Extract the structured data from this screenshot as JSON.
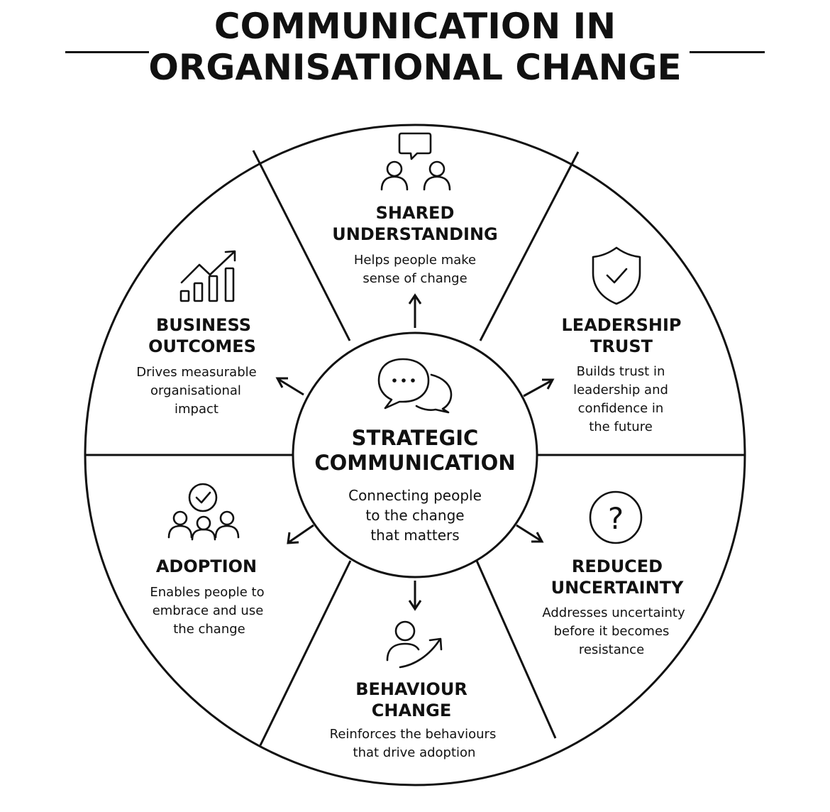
{
  "title": {
    "line1": "COMMUNICATION IN",
    "line2": "ORGANISATIONAL CHANGE"
  },
  "hub": {
    "title": [
      "STRATEGIC",
      "COMMUNICATION"
    ],
    "description": [
      "Connecting people",
      "to the change",
      "that matters"
    ],
    "icon": "speech-bubbles-icon"
  },
  "segments": [
    {
      "id": "shared-understanding",
      "icon": "people-conversation-icon",
      "title": [
        "SHARED",
        "UNDERSTANDING"
      ],
      "description": [
        "Helps people make",
        "sense of change"
      ]
    },
    {
      "id": "leadership-trust",
      "icon": "shield-check-icon",
      "title": [
        "LEADERSHIP",
        "TRUST"
      ],
      "description": [
        "Builds trust in",
        "leadership and",
        "confidence in",
        "the future"
      ]
    },
    {
      "id": "reduced-uncertainty",
      "icon": "question-mark-icon",
      "title": [
        "REDUCED",
        "UNCERTAINTY"
      ],
      "description": [
        "Addresses uncertainty",
        "before it becomes",
        "resistance"
      ]
    },
    {
      "id": "behaviour-change",
      "icon": "person-arrow-icon",
      "title": [
        "BEHAVIOUR",
        "CHANGE"
      ],
      "description": [
        "Reinforces the behaviours",
        "that drive adoption"
      ]
    },
    {
      "id": "adoption",
      "icon": "group-check-icon",
      "title": [
        "ADOPTION"
      ],
      "description": [
        "Enables people to",
        "embrace and use",
        "the change"
      ]
    },
    {
      "id": "business-outcomes",
      "icon": "growth-chart-icon",
      "title": [
        "BUSINESS",
        "OUTCOMES"
      ],
      "description": [
        "Drives measurable",
        "organisational",
        "impact"
      ]
    }
  ]
}
